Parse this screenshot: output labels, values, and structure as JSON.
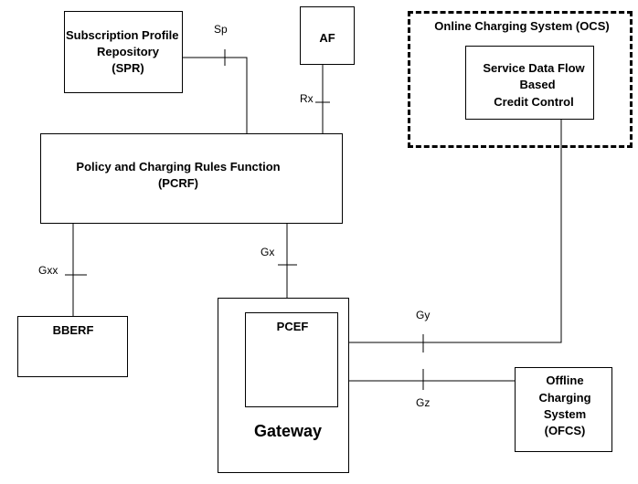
{
  "nodes": {
    "spr": {
      "lines": [
        "Subscription Profile",
        "Repository",
        "(SPR)"
      ]
    },
    "af": {
      "label": "AF"
    },
    "ocs": {
      "title": "Online Charging System (OCS)"
    },
    "sdfbcc": {
      "lines": [
        "Service Data Flow",
        "Based",
        "Credit Control"
      ]
    },
    "pcrf": {
      "lines": [
        "Policy and Charging Rules Function",
        "(PCRF)"
      ]
    },
    "bberf": {
      "label": "BBERF"
    },
    "gateway": {
      "label": "Gateway"
    },
    "pcef": {
      "label": "PCEF"
    },
    "ofcs": {
      "lines": [
        "Offline",
        "Charging",
        "System",
        "(OFCS)"
      ]
    }
  },
  "interfaces": {
    "sp": "Sp",
    "rx": "Rx",
    "gxx": "Gxx",
    "gx": "Gx",
    "gy": "Gy",
    "gz": "Gz"
  },
  "colors": {
    "line": "#000000",
    "background": "#ffffff"
  }
}
